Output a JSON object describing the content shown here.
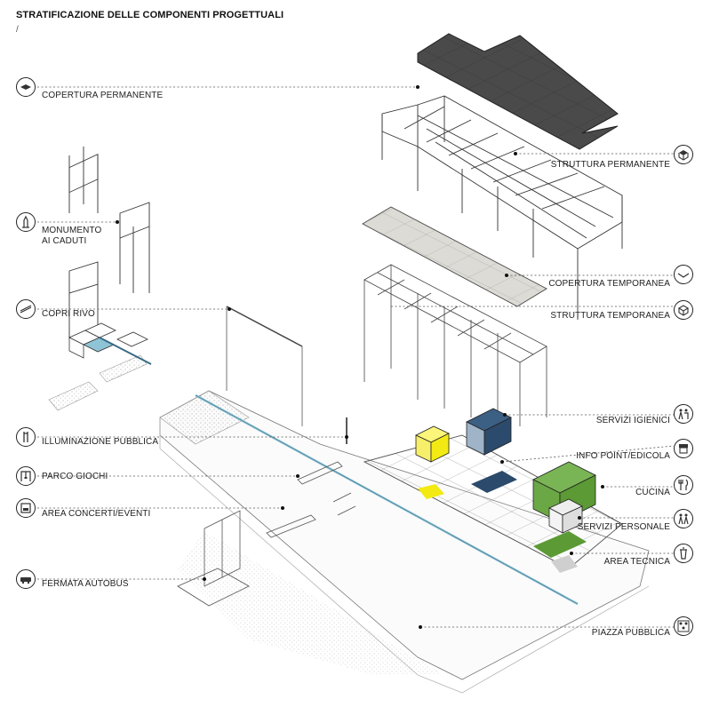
{
  "title": "STRATIFICAZIONE DELLE COMPONENTI PROGETTUALI",
  "title_mark": "/",
  "legend_left": [
    {
      "label": "COPERTURA PERMANENTE",
      "icon": "roof-layer-icon"
    },
    {
      "label": "MONUMENTO\nAI CADUTI",
      "icon": "monument-icon"
    },
    {
      "label": "COPRI RIVO",
      "icon": "stream-cover-icon"
    },
    {
      "label": "ILLUMINAZIONE PUBBLICA",
      "icon": "street-light-icon"
    },
    {
      "label": "PARCO GIOCHI",
      "icon": "playground-icon"
    },
    {
      "label": "AREA CONCERTI/EVENTI",
      "icon": "stage-icon"
    },
    {
      "label": "FERMATA AUTOBUS",
      "icon": "bus-icon"
    }
  ],
  "legend_right": [
    {
      "label": "STRUTTURA PERMANENTE",
      "icon": "structure-cube-icon"
    },
    {
      "label": "COPERTURA TEMPORANEA",
      "icon": "temporary-roof-icon"
    },
    {
      "label": "STRUTTURA TEMPORANEA",
      "icon": "temporary-structure-icon"
    },
    {
      "label": "SERVIZI IGIENICI",
      "icon": "toilets-icon"
    },
    {
      "label": "INFO POINT/EDICOLA",
      "icon": "kiosk-icon"
    },
    {
      "label": "CUCINA",
      "icon": "kitchen-icon"
    },
    {
      "label": "SERVIZI PERSONALE",
      "icon": "staff-icon"
    },
    {
      "label": "AREA TECNICA",
      "icon": "technical-area-icon"
    },
    {
      "label": "PIAZZA PUBBLICA",
      "icon": "public-square-icon"
    }
  ],
  "colors": {
    "permanent_roof": "#4a4a4a",
    "temporary_roof": "#dddbd5",
    "toilets_block": "#2c4a6b",
    "kiosk_block": "#f2ea12",
    "kitchen_block": "#5b9a35",
    "staff_block": "#dedede",
    "stream": "#8fc3d6",
    "line": "#555555"
  }
}
